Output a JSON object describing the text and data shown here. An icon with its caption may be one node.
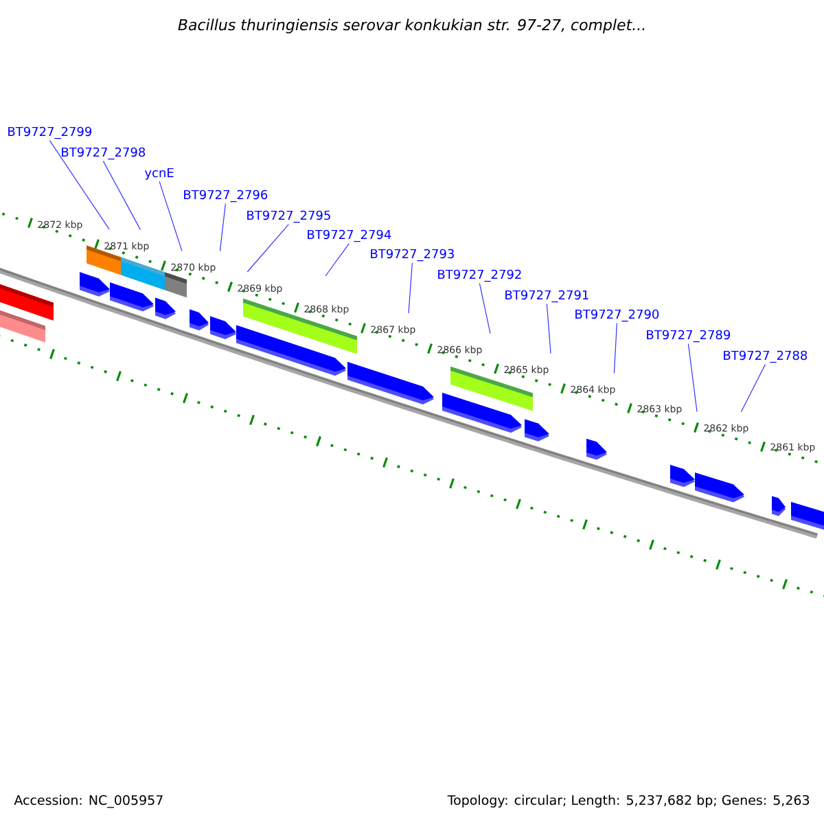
{
  "diagram": {
    "title": "Bacillus thuringiensis serovar konkukian str. 97-27, complet...",
    "nodes": [
      {
        "text": [
          "BT9727_2799"
        ]
      },
      {
        "text": [
          "BT9727_2798"
        ]
      },
      {
        "text": [
          "ycnE"
        ]
      },
      {
        "text": [
          "BT9727_2796"
        ]
      },
      {
        "text": [
          "BT9727_2795"
        ]
      },
      {
        "text": [
          "BT9727_2794"
        ]
      },
      {
        "text": [
          "BT9727_2793"
        ]
      },
      {
        "text": [
          "BT9727_2792"
        ]
      },
      {
        "text": [
          "BT9727_2791"
        ]
      },
      {
        "text": [
          "BT9727_2790"
        ]
      },
      {
        "text": [
          "BT9727_2789"
        ]
      },
      {
        "text": [
          "BT9727_2788"
        ]
      }
    ],
    "edges": [
      {
        "from": 0,
        "to": null,
        "arrow": "none"
      },
      {
        "from": 1,
        "to": null,
        "arrow": "none"
      },
      {
        "from": 2,
        "to": null,
        "arrow": "none"
      },
      {
        "from": 3,
        "to": null,
        "arrow": "none"
      },
      {
        "from": 4,
        "to": null,
        "arrow": "none"
      },
      {
        "from": 5,
        "to": null,
        "arrow": "none"
      },
      {
        "from": 6,
        "to": null,
        "arrow": "none"
      },
      {
        "from": 7,
        "to": null,
        "arrow": "none"
      },
      {
        "from": 8,
        "to": null,
        "arrow": "none"
      },
      {
        "from": 9,
        "to": null,
        "arrow": "none"
      },
      {
        "from": 10,
        "to": null,
        "arrow": "none"
      },
      {
        "from": 11,
        "to": null,
        "arrow": "none"
      }
    ],
    "labels": [
      "2872 kbp",
      "2871 kbp",
      "2870 kbp",
      "2869 kbp",
      "2868 kbp",
      "2867 kbp",
      "2866 kbp",
      "2865 kbp",
      "2864 kbp",
      "2863 kbp",
      "2862 kbp",
      "2861 kbp",
      "Accession: NC_005957",
      "Topology: circular; Length: 5,237,682 bp; Genes: 5,263"
    ]
  }
}
